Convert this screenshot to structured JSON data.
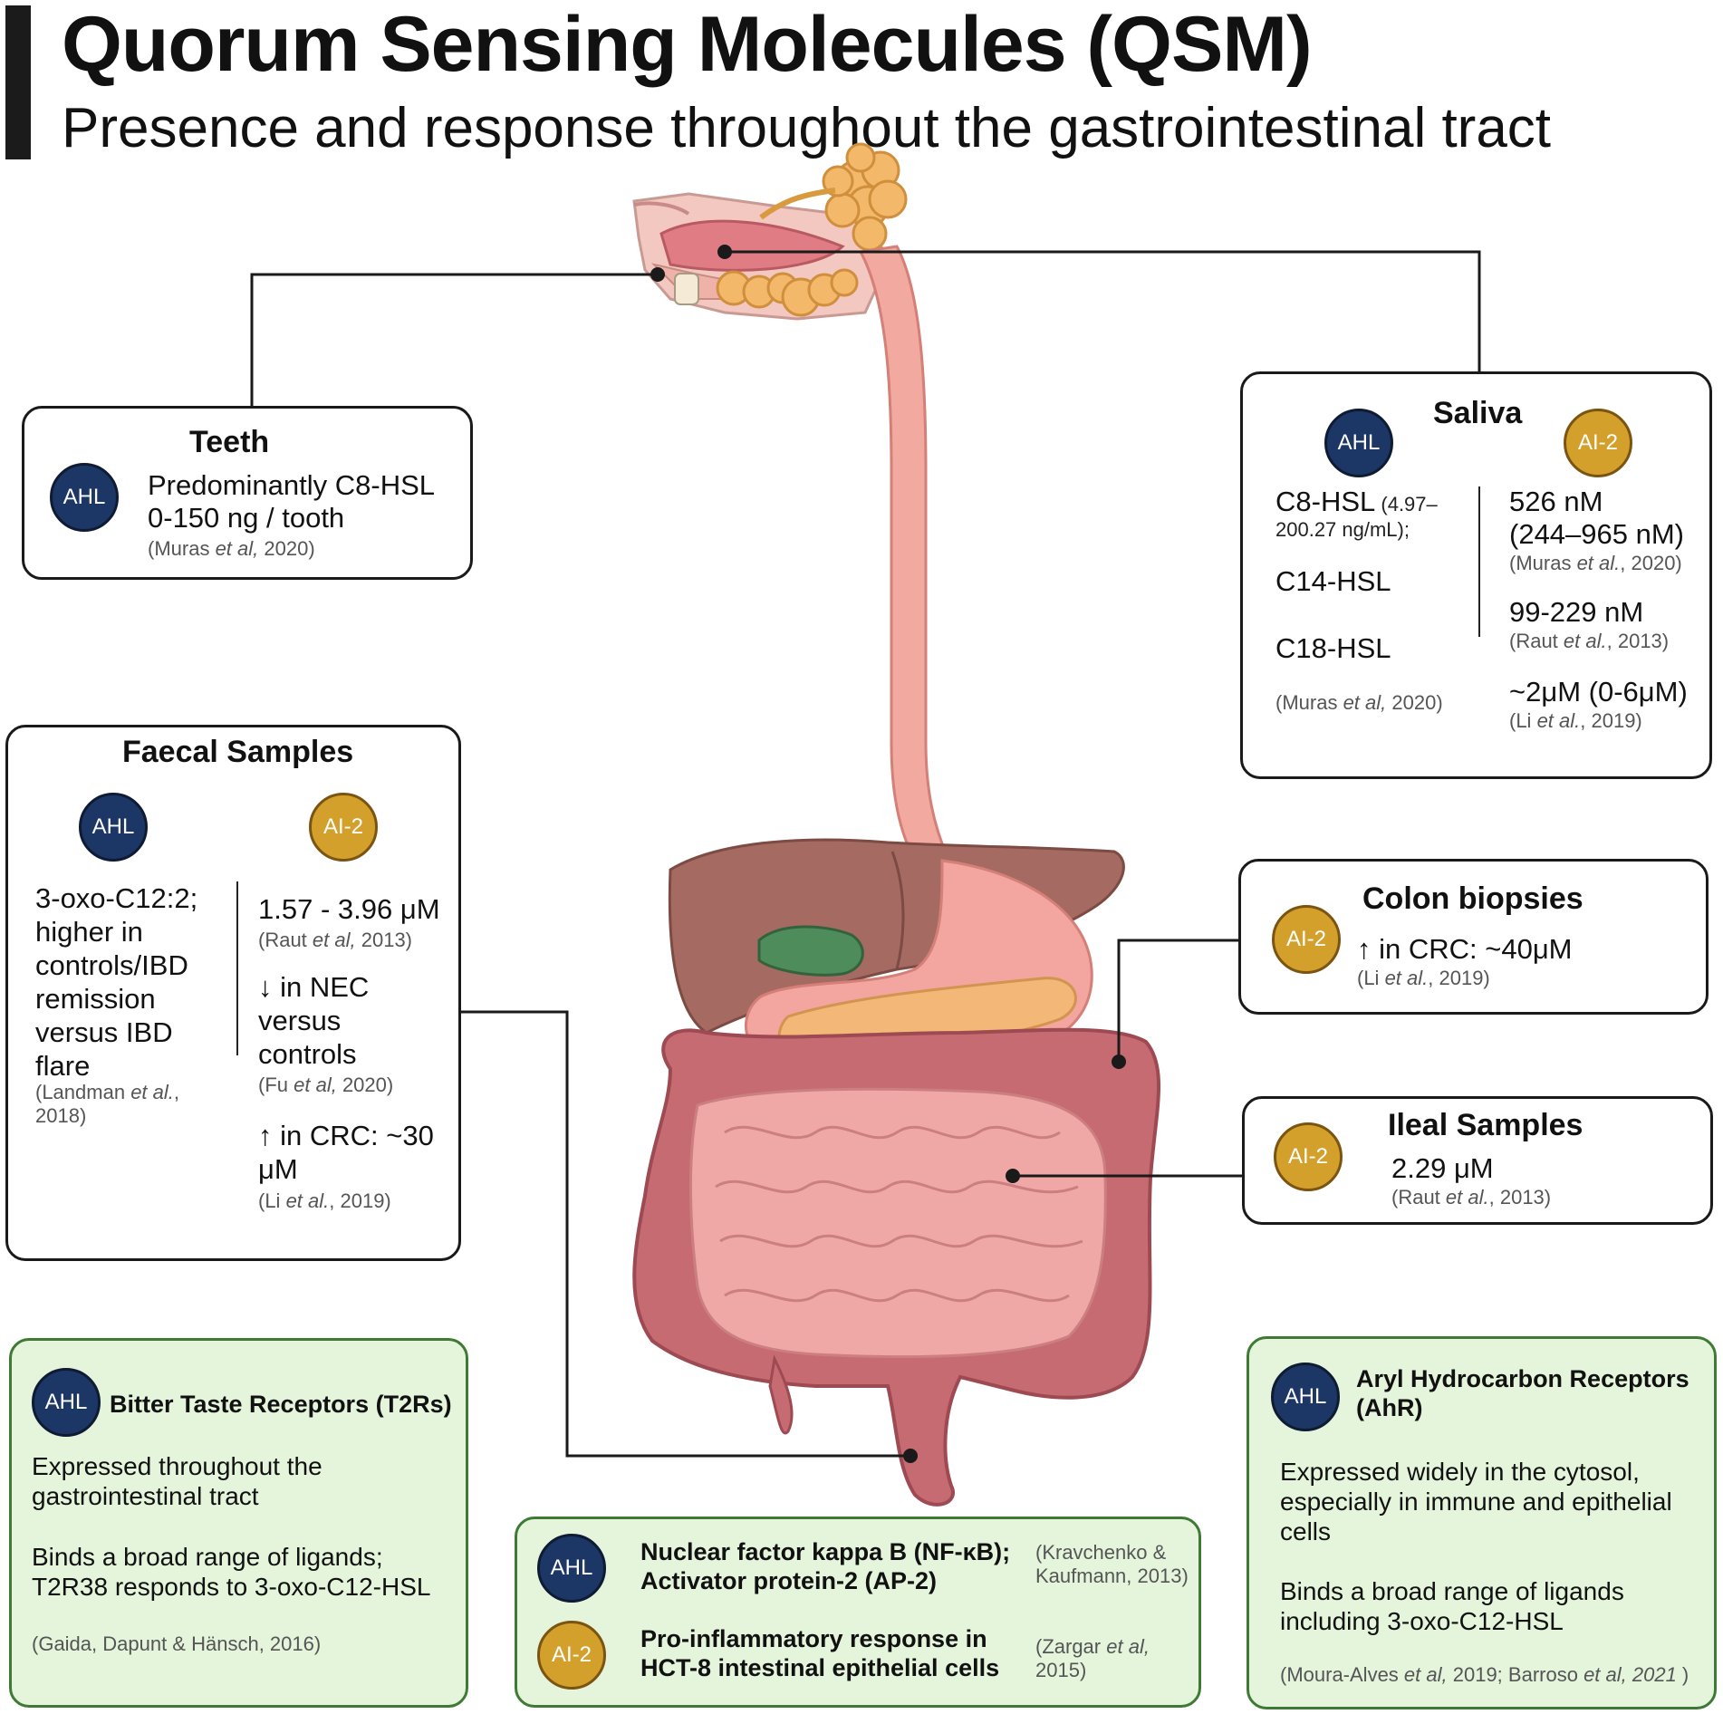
{
  "header": {
    "title": "Quorum Sensing Molecules (QSM)",
    "subtitle": "Presence and response throughout the gastrointestinal tract"
  },
  "badges": {
    "ahl": "AHL",
    "ai2": "AI-2"
  },
  "colors": {
    "ahl": "#1c3766",
    "ai2": "#d4a02c",
    "green_box": "#e4f5dc",
    "green_border": "#3e7a34"
  },
  "teeth": {
    "title": "Teeth",
    "line1": "Predominantly C8-HSL",
    "line2": "0-150 ng / tooth",
    "ref_a": "(Muras ",
    "ref_i": "et al,",
    "ref_b": " 2020)"
  },
  "saliva": {
    "title": "Saliva",
    "ahl_c8": "C8-HSL",
    "ahl_c8_range": " (4.97–200.27 ng/mL);",
    "ahl_c14": "C14-HSL",
    "ahl_c18": "C18-HSL",
    "ahl_ref_a": "(Muras ",
    "ahl_ref_i": "et al,",
    "ahl_ref_b": " 2020)",
    "ai2_v1": "526 nM",
    "ai2_v1_range": "(244–965 nM)",
    "ai2_ref1_a": "(Muras ",
    "ai2_ref1_i": "et al.",
    "ai2_ref1_b": ", 2020)",
    "ai2_v2": "99-229 nM",
    "ai2_ref2_a": "(Raut ",
    "ai2_ref2_i": "et al.",
    "ai2_ref2_b": ", 2013)",
    "ai2_v3": "~2μM (0-6μM)",
    "ai2_ref3_a": "(Li ",
    "ai2_ref3_i": "et al.",
    "ai2_ref3_b": ", 2019)"
  },
  "faecal": {
    "title": "Faecal Samples",
    "ahl_text": "3-oxo-C12:2; higher in controls/IBD remission versus IBD flare",
    "ahl_ref_a": "(Landman ",
    "ahl_ref_i": "et al.",
    "ahl_ref_b": ", 2018)",
    "ai2_v1": "1.57 - 3.96 μM",
    "ai2_ref1_a": "(Raut ",
    "ai2_ref1_i": "et al,",
    "ai2_ref1_b": " 2013)",
    "ai2_v2": "↓ in NEC versus controls",
    "ai2_ref2_a": "(Fu ",
    "ai2_ref2_i": "et al,",
    "ai2_ref2_b": " 2020)",
    "ai2_v3": "↑ in CRC: ~30 μM",
    "ai2_ref3_a": "(Li ",
    "ai2_ref3_i": "et al.",
    "ai2_ref3_b": ", 2019)"
  },
  "colon": {
    "title": "Colon biopsies",
    "value": "↑ in CRC: ~40μM",
    "ref_a": "(Li ",
    "ref_i": "et al.",
    "ref_b": ", 2019)"
  },
  "ileal": {
    "title": "Ileal Samples",
    "value": "2.29 μM",
    "ref_a": "(Raut ",
    "ref_i": "et al.",
    "ref_b": ", 2013)"
  },
  "bitter": {
    "title": "Bitter Taste Receptors (T2Rs)",
    "p1": "Expressed throughout the gastrointestinal tract",
    "p2": "Binds a broad range of ligands; T2R38 responds to  3-oxo-C12-HSL",
    "ref": "(Gaida, Dapunt & Hänsch, 2016)"
  },
  "nfkb": {
    "ahl_title": "Nuclear factor kappa B (NF-κB); Activator protein-2 (AP-2)",
    "ahl_ref": "(Kravchenko & Kaufmann, 2013)",
    "ai2_title": "Pro-inflammatory response in HCT-8 intestinal epithelial cells",
    "ai2_ref_a": "(Zargar ",
    "ai2_ref_i": "et al,",
    "ai2_ref_b": " 2015)"
  },
  "ahr": {
    "title": "Aryl Hydrocarbon Receptors (AhR)",
    "p1": "Expressed widely in the cytosol, especially in immune and epithelial cells",
    "p2": "Binds a broad range of ligands including 3-oxo-C12-HSL",
    "ref_a": "(Moura-Alves ",
    "ref_i1": "et al,",
    "ref_b": " 2019; Barroso ",
    "ref_i2": "et al, 2021",
    "ref_c": " )"
  }
}
